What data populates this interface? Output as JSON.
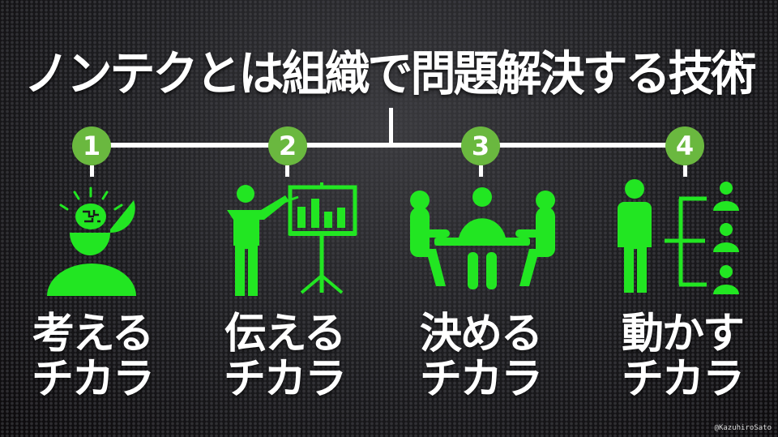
{
  "title": "ノンテクとは組織で問題解決する技術",
  "accent_color": "#6ab83f",
  "icon_color": "#22e622",
  "steps": [
    {
      "number": "1",
      "line1": "考える",
      "line2": "チカラ",
      "icon": "open-head-brain-icon"
    },
    {
      "number": "2",
      "line1": "伝える",
      "line2": "チカラ",
      "icon": "presenter-chart-icon"
    },
    {
      "number": "3",
      "line1": "決める",
      "line2": "チカラ",
      "icon": "meeting-table-icon"
    },
    {
      "number": "4",
      "line1": "動かす",
      "line2": "チカラ",
      "icon": "leader-team-icon"
    }
  ],
  "credit": "@KazuhiroSato"
}
